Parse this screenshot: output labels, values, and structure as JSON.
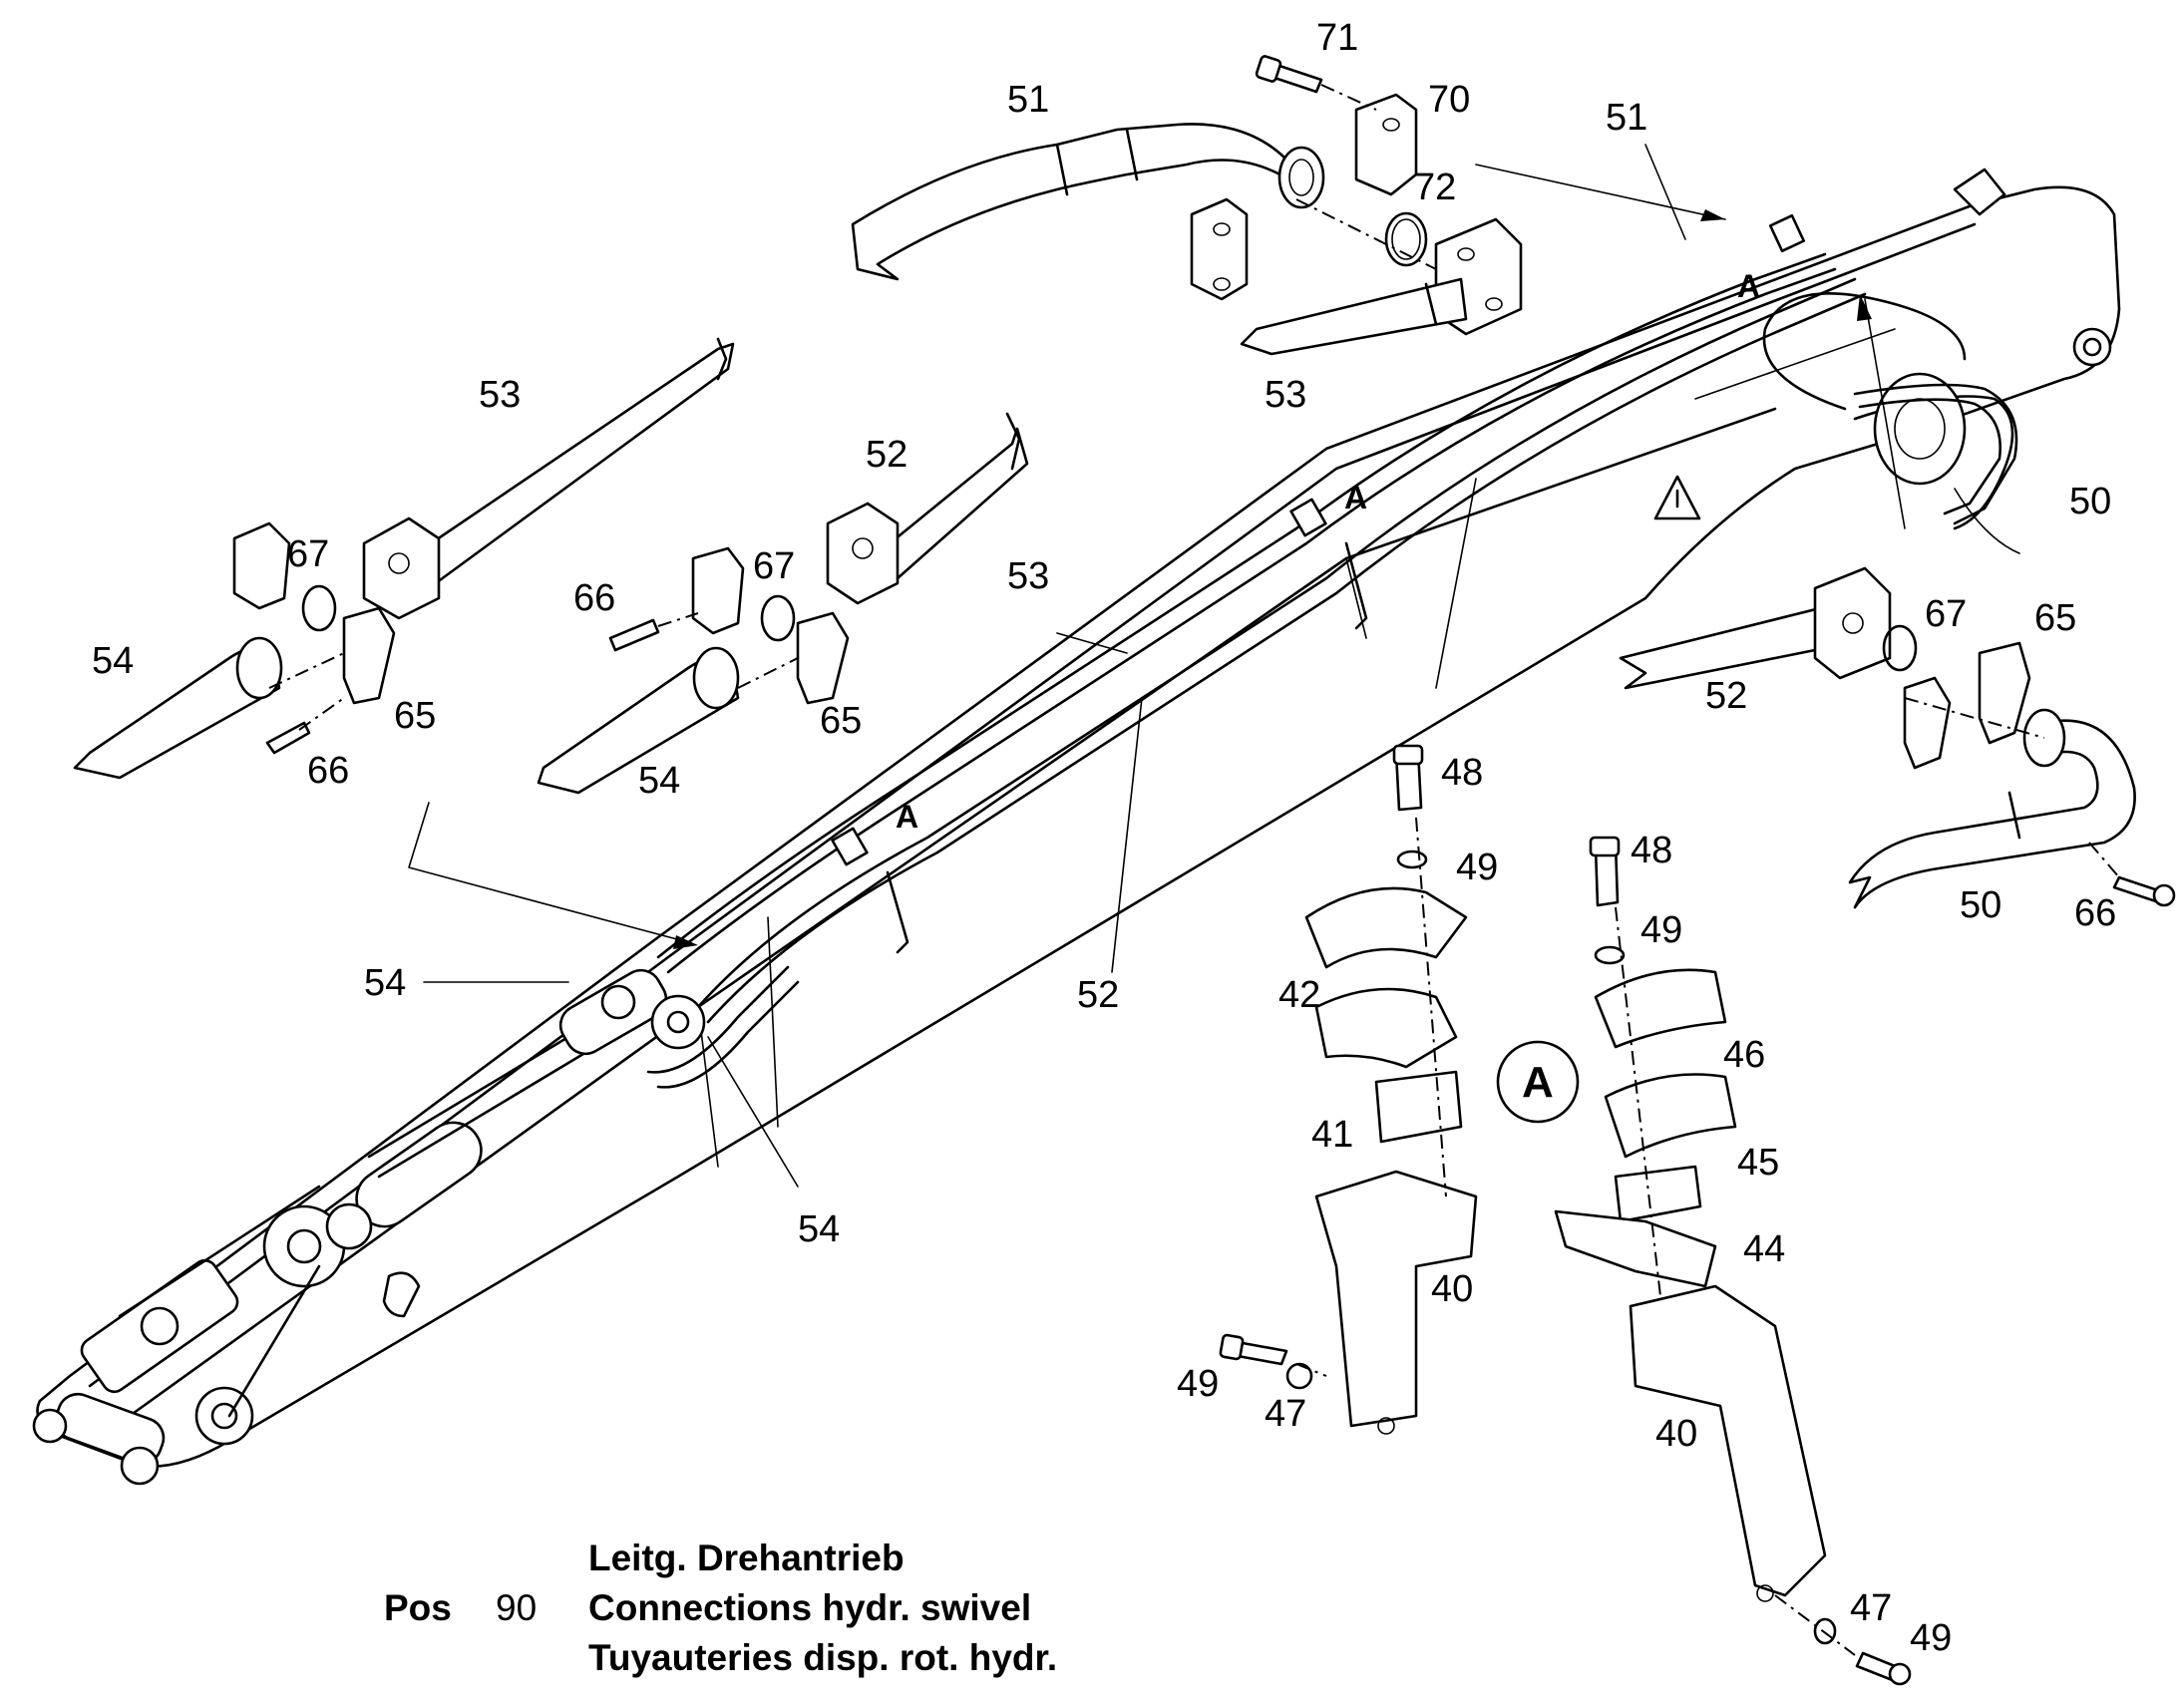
{
  "callouts": {
    "c71": "71",
    "c70": "70",
    "c72": "72",
    "c51a": "51",
    "c51b": "51",
    "c53a": "53",
    "c53b": "53",
    "c53c": "53",
    "c52a": "52",
    "c52b": "52",
    "c52c": "52",
    "c50a": "50",
    "c50b": "50",
    "c67a": "67",
    "c67b": "67",
    "c67c": "67",
    "c66a": "66",
    "c66b": "66",
    "c66c": "66",
    "c65a": "65",
    "c65b": "65",
    "c65c": "65",
    "c54a": "54",
    "c54b": "54",
    "c54c": "54",
    "c54d": "54",
    "c48a": "48",
    "c48b": "48",
    "c49a": "49",
    "c49b": "49",
    "c49c": "49",
    "c49d": "49",
    "c42": "42",
    "c41": "41",
    "c40a": "40",
    "c40b": "40",
    "c47a": "47",
    "c47b": "47",
    "c46": "46",
    "c45": "45",
    "c44": "44"
  },
  "detail_markers": {
    "a1": "A",
    "a2": "A",
    "a3": "A",
    "detail_circle": "A"
  },
  "caption": {
    "pos_label": "Pos",
    "pos_number": "90",
    "line_de": "Leitg. Drehantrieb",
    "line_en": "Connections hydr. swivel",
    "line_fr": "Tuyauteries disp. rot. hydr."
  },
  "colors": {
    "ink": "#000000",
    "paper": "#ffffff"
  }
}
